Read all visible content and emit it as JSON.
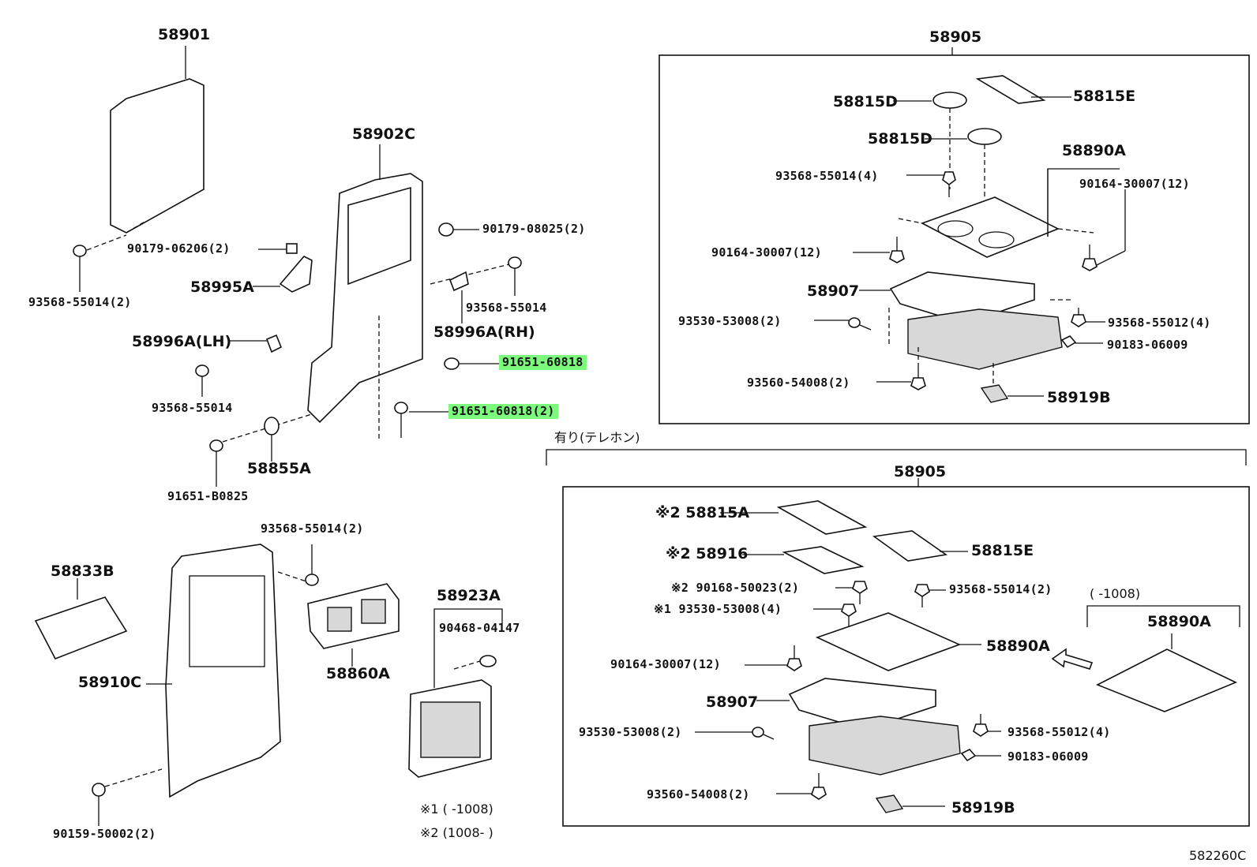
{
  "title_code": "582260C",
  "notes": {
    "telephone": "有り(テレホン)",
    "range_top": "(     -1008)",
    "note1": "※1 (     -1008)",
    "note2": "※2 (1008-     )"
  },
  "labels": {
    "p58901": "58901",
    "p58902c": "58902C",
    "p90179_08025": "90179-08025(2)",
    "p90179_06206": "90179-06206(2)",
    "p93568_55014_2": "93568-55014(2)",
    "p58995a": "58995A",
    "p93568_55014_a": "93568-55014",
    "p58996a_lh": "58996A(LH)",
    "p58996a_rh": "58996A(RH)",
    "p91651_60818": "91651-60818",
    "p93568_55014_b": "93568-55014",
    "p91651_60818_2": "91651-60818(2)",
    "p58855a": "58855A",
    "p91651_b0825": "91651-B0825",
    "p93568_55014_c": "93568-55014(2)",
    "p58833b": "58833B",
    "p58910c": "58910C",
    "p58860a": "58860A",
    "p58923a": "58923A",
    "p90468_04147": "90468-04147",
    "p90159_50002": "90159-50002(2)",
    "t58905": "58905",
    "t58815d_1": "58815D",
    "t58815e": "58815E",
    "t58815d_2": "58815D",
    "t58890a": "58890A",
    "t93568_55014": "93568-55014(4)",
    "t90164_30007_r": "90164-30007(12)",
    "t90164_30007_l": "90164-30007(12)",
    "t58907": "58907",
    "t93530_53008": "93530-53008(2)",
    "t93568_55012": "93568-55012(4)",
    "t90183_06009": "90183-06009",
    "t93560_54008": "93560-54008(2)",
    "t58919b": "58919B",
    "b58905": "58905",
    "b58815a": "※2 58815A",
    "b58916": "※2 58916",
    "b58815e": "58815E",
    "b90168_50023": "※2 90168-50023(2)",
    "b93568_55014": "93568-55014(2)",
    "b93530_53008_4": "※1 93530-53008(4)",
    "b58890a": "58890A",
    "b58890a_alt": "58890A",
    "b90164_30007": "90164-30007(12)",
    "b58907": "58907",
    "b93530_53008": "93530-53008(2)",
    "b93568_55012": "93568-55012(4)",
    "b90183_06009": "90183-06009",
    "b93560_54008": "93560-54008(2)",
    "b58919b": "58919B"
  },
  "colors": {
    "highlight": "#7dfa7d",
    "ink": "#111111"
  }
}
